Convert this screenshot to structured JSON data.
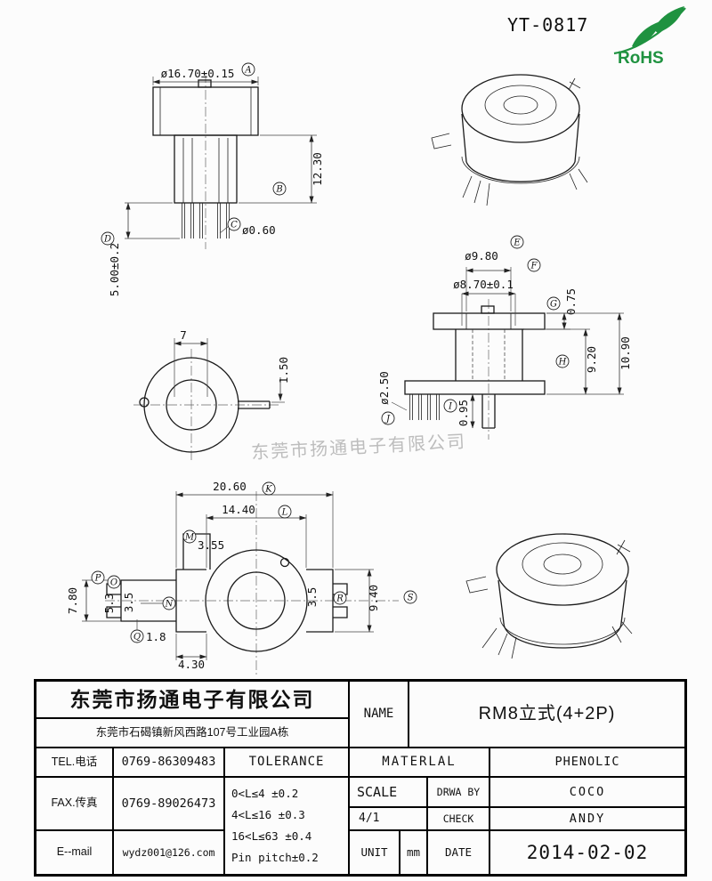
{
  "header": {
    "doc_number": "YT-0817",
    "rohs": "RoHS"
  },
  "watermark": "东莞市扬通电子有限公司",
  "views": {
    "front": {
      "dia_top": "ø16.70±0.15",
      "height": "12.30",
      "pin_dia": "ø0.60",
      "pin_len": "5.00±0.2",
      "labels": {
        "a": "A",
        "b": "B",
        "c": "C",
        "d": "D"
      }
    },
    "top": {
      "width": "7",
      "slot": "1.50"
    },
    "side": {
      "dia_outer": "ø9.80",
      "dia_inner": "ø8.70±0.1",
      "flange_t": "0.75",
      "h_body": "9.20",
      "h_total": "10.90",
      "pin_dia": "ø2.50",
      "stem": "0.95",
      "labels": {
        "e": "E",
        "f": "F",
        "g": "G",
        "h": "H",
        "i": "I",
        "j": "J"
      }
    },
    "bottom": {
      "width_total": "20.60",
      "width_inner": "14.40",
      "tab": "3.55",
      "left_outer": "7.80",
      "left_mid": "5.3",
      "left_inner": "3.5",
      "pin_w": "1.8",
      "bottom_w": "4.30",
      "right_inner": "3.5",
      "right_span": "9.40",
      "labels": {
        "k": "K",
        "l": "L",
        "m": "M",
        "n": "N",
        "o": "O",
        "p": "P",
        "q": "Q",
        "r": "R",
        "s": "S"
      }
    }
  },
  "title_block": {
    "company": "东莞市扬通电子有限公司",
    "address": "东莞市石碣镇新风西路107号工业园A栋",
    "name_label": "NAME",
    "name_value": "RM8立式(4+2P)",
    "tel_label": "TEL.电话",
    "tel_value": "0769-86309483",
    "fax_label": "FAX.传真",
    "fax_value": "0769-89026473",
    "email_label": "E--mail",
    "email_value": "wydz001@126.com",
    "tolerance_label": "TOLERANCE",
    "tolerance_lines": [
      "0<L≤4   ±0.2",
      "4<L≤16  ±0.3",
      "16<L≤63 ±0.4",
      "Pin pitch±0.2"
    ],
    "material_label": "MATERLAL",
    "material_value": "PHENOLIC",
    "scale_label": "SCALE",
    "scale_value": "4/1",
    "drawn_label": "DRWA BY",
    "drawn_value": "COCO",
    "check_label": "CHECK",
    "check_value": "ANDY",
    "unit_label": "UNIT",
    "unit_value": "mm",
    "date_label": "DATE",
    "date_value": "2014-02-02"
  }
}
